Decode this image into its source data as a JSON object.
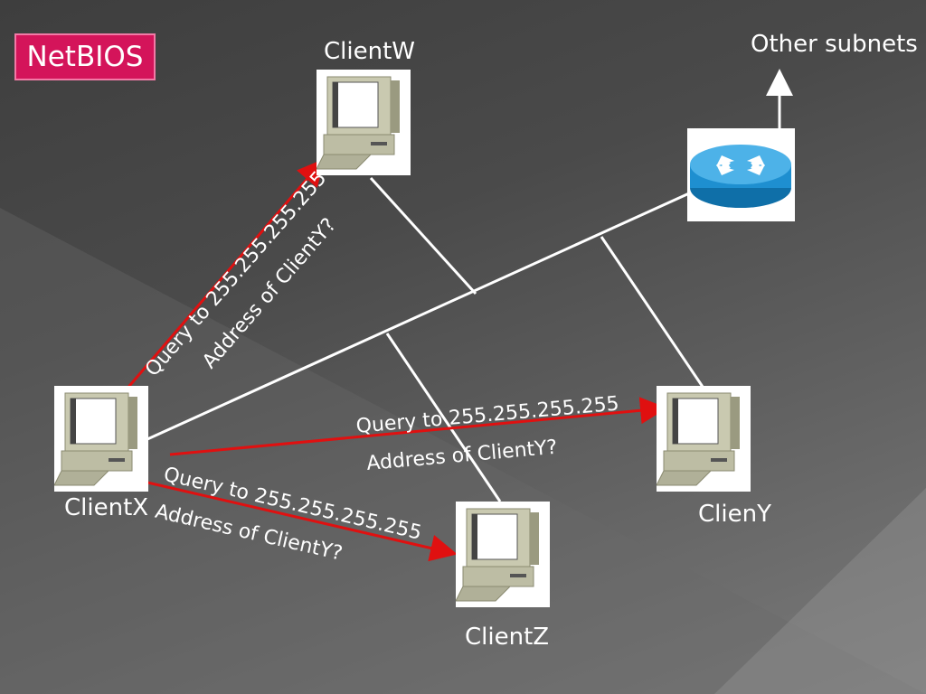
{
  "title": "NetBIOS",
  "nodes": {
    "client_w": "ClientW",
    "client_x": "ClientX",
    "client_y": "ClienY",
    "client_z": "ClientZ",
    "other_subnets": "Other subnets"
  },
  "messages": {
    "to_w": {
      "line1": "Query to 255.255.255.255",
      "line2": "Address of ClientY?"
    },
    "to_y": {
      "line1": "Query to 255.255.255.255",
      "line2": "Address of ClientY?"
    },
    "to_z": {
      "line1": "Query to 255.255.255.255",
      "line2": "Address of ClientY?"
    }
  },
  "colors": {
    "title_bg": "#d4145a",
    "arrow": "#e01010",
    "wire": "#ffffff",
    "router": "#1e8fd0"
  }
}
